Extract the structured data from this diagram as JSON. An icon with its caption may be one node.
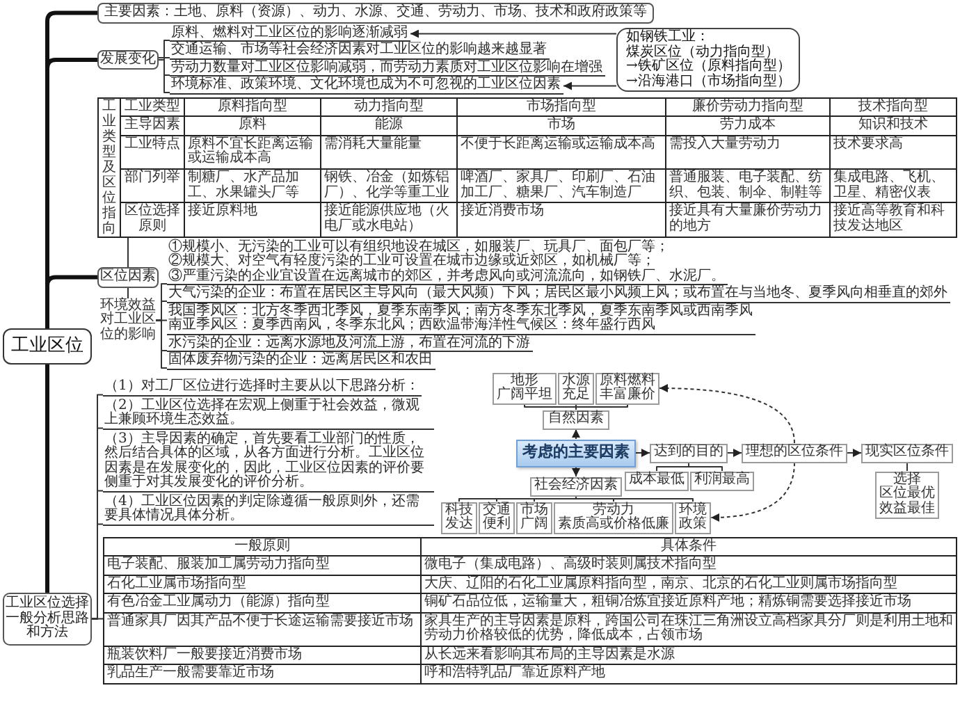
{
  "diagram": {
    "nodes": [
      {
        "text": [
          "工业区位"
        ]
      },
      {
        "text": [
          "主要因素：土地、原料（资源）、动力、水源、交通、劳动力、市场、技术和政府政策等"
        ]
      },
      {
        "text": [
          "发展变化"
        ]
      },
      {
        "text": [
          "原料、燃料对工业区位的影响逐渐减弱"
        ]
      },
      {
        "text": [
          "交通运输、市场等社会经济因素对工业区位的影响越来越显著"
        ]
      },
      {
        "text": [
          "劳动力数量对工业区位影响减弱，而劳动力素质对工业区位影响在增强"
        ]
      },
      {
        "text": [
          "环境标准、政策环境、文化环境也成为不可忽视的工业区位因素"
        ]
      },
      {
        "text": [
          "如钢铁工业：",
          "煤炭区位（动力指向型）",
          "→铁矿区位（原料指向型）",
          "→沿海港口（市场指向型）"
        ]
      },
      {
        "text": [
          "工业类型及区位指向",
          "工业类型",
          "原料指向型",
          "动力指向型",
          "市场指向型",
          "廉价劳动力指向型",
          "技术指向型",
          "主导因素",
          "原料",
          "能源",
          "市场",
          "劳力成本",
          "知识和技术",
          "工业特点",
          "原料不宜长距离运输或运输成本高",
          "需消耗大量能量",
          "不便于长距离运输或运输成本高",
          "需投入大量劳动力",
          "技术要求高",
          "部门列举",
          "制糖厂、水产品加工、水果罐头厂等",
          "钢铁、冶金（如炼铝厂）、化学等重工业",
          "啤酒厂、家具厂、印刷厂、石油加工厂、糖果厂、汽车制造厂",
          "普通服装、电子装配、纺织、包装、制伞、制鞋等",
          "集成电路、飞机、卫星、精密仪表",
          "区位选择原则",
          "接近原料地",
          "接近能源供应地（火电厂或水电站）",
          "接近消费市场",
          "接近具有大量廉价劳动力的地方",
          "接近高等教育和科技发达地区"
        ]
      },
      {
        "text": [
          "区位因素"
        ]
      },
      {
        "text": [
          "环境效益对工业区位的影响"
        ]
      },
      {
        "text": [
          "①规模小、无污染的工业可以有组织地设在城区，如服装厂、玩具厂、面包厂等；",
          "②规模大、对空气有轻度污染的工业可设置在城市边缘或近郊区，如机械厂等；",
          "③严重污染的企业宜设置在远离城市的郊区，并考虑风向或河流流向，如钢铁厂、水泥厂。"
        ]
      },
      {
        "text": [
          "大气污染的企业：布置在居民区主导风向（最大风频）下风；居民区最小风频上风；或布置在与当地冬、夏季风向相垂直的郊外"
        ]
      },
      {
        "text": [
          "我国季风区：北方冬季西北季风，夏季东南季风；南方冬季东北季风，夏季东南季风或西南季风",
          "南亚季风区：夏季西南风，冬季东北风；西欧温带海洋性气候区：终年盛行西风"
        ]
      },
      {
        "text": [
          "水污染的企业：远离水源地及河流上游，布置在河流的下游"
        ]
      },
      {
        "text": [
          "固体废弃物污染的企业：远离居民区和农田"
        ]
      },
      {
        "text": [
          "工业区位选择一般分析思路和方法"
        ]
      },
      {
        "text": [
          "（1）对工厂区位进行选择时主要从以下思路分析："
        ]
      },
      {
        "text": [
          "考虑的主要因素"
        ]
      },
      {
        "text": [
          "自然因素"
        ]
      },
      {
        "text": [
          "地形",
          "广阔平坦"
        ]
      },
      {
        "text": [
          "水源",
          "充足"
        ]
      },
      {
        "text": [
          "原料燃料",
          "丰富廉价"
        ]
      },
      {
        "text": [
          "社会经济因素"
        ]
      },
      {
        "text": [
          "科技",
          "发达"
        ]
      },
      {
        "text": [
          "交通",
          "便利"
        ]
      },
      {
        "text": [
          "市场",
          "广阔"
        ]
      },
      {
        "text": [
          "劳动力",
          "素质高或价格低廉"
        ]
      },
      {
        "text": [
          "环境",
          "政策"
        ]
      },
      {
        "text": [
          "达到的目的"
        ]
      },
      {
        "text": [
          "成本最低"
        ]
      },
      {
        "text": [
          "利润最高"
        ]
      },
      {
        "text": [
          "理想的区位条件"
        ]
      },
      {
        "text": [
          "现实区位条件"
        ]
      },
      {
        "text": [
          "选择",
          "区位最优",
          "效益最佳"
        ]
      },
      {
        "text": [
          "（2）工业区位选择在宏观上侧重于社会效益，微观上兼顾环境生态效益。"
        ]
      },
      {
        "text": [
          "（3）主导因素的确定，首先要看工业部门的性质，然后结合具体的区域，从各方面进行分析。工业区位因素是在发展变化的，因此，工业区位因素的评价要侧重于对其发展变化的评价分析。"
        ]
      },
      {
        "text": [
          "（4）工业区位因素的判定除遵循一般原则外，还需要具体情况具体分析。"
        ]
      },
      {
        "text": [
          "一般原则",
          "具体条件",
          "电子装配、服装加工属劳动力指向型",
          "微电子（集成电路）、高级时装则属技术指向型",
          "石化工业属市场指向型",
          "大庆、辽阳的石化工业属原料指向型，南京、北京的石化工业则属市场指向型",
          "有色冶金工业属动力（能源）指向型",
          "铜矿石品位低，运输量大，粗铜冶炼宜接近原料产地；精炼铜需要选择接近市场",
          "普通家具厂因其产品不便于长途运输需要接近市场",
          "家具生产的主导因素是原料，跨国公司在珠江三角洲设立高档家具分厂则是利用土地和劳动力价格较低的优势，降低成本，占领市场",
          "瓶装饮料厂一般要接近消费市场",
          "从长远来看影响其布局的主导因素是水源",
          "乳品生产一般需要靠近市场",
          "呼和浩特乳品厂靠近原料产地"
        ]
      }
    ],
    "edges": [
      {
        "from": 0,
        "to": 1,
        "arrow": "none",
        "style": "thick"
      },
      {
        "from": 0,
        "to": 2,
        "arrow": "none",
        "style": "thick"
      },
      {
        "from": 0,
        "to": 9,
        "arrow": "none",
        "style": "thick"
      },
      {
        "from": 0,
        "to": 16,
        "arrow": "none",
        "style": "thick"
      },
      {
        "from": 2,
        "to": 3,
        "arrow": "none"
      },
      {
        "from": 2,
        "to": 4,
        "arrow": "none"
      },
      {
        "from": 2,
        "to": 5,
        "arrow": "none"
      },
      {
        "from": 2,
        "to": 6,
        "arrow": "none"
      },
      {
        "from": 7,
        "to": 3,
        "arrow": "to"
      },
      {
        "from": 7,
        "to": 6,
        "arrow": "to"
      },
      {
        "from": 9,
        "to": 8,
        "arrow": "none"
      },
      {
        "from": 9,
        "to": 10,
        "arrow": "none"
      },
      {
        "from": 10,
        "to": 11,
        "arrow": "none"
      },
      {
        "from": 10,
        "to": 12,
        "arrow": "none"
      },
      {
        "from": 10,
        "to": 13,
        "arrow": "none"
      },
      {
        "from": 10,
        "to": 14,
        "arrow": "none"
      },
      {
        "from": 10,
        "to": 15,
        "arrow": "none"
      },
      {
        "from": 16,
        "to": 17,
        "arrow": "none"
      },
      {
        "from": 16,
        "to": 35,
        "arrow": "none"
      },
      {
        "from": 16,
        "to": 36,
        "arrow": "none"
      },
      {
        "from": 16,
        "to": 37,
        "arrow": "none"
      },
      {
        "from": 16,
        "to": 38,
        "arrow": "none"
      },
      {
        "from": 18,
        "to": 19,
        "arrow": "to"
      },
      {
        "from": 18,
        "to": 23,
        "arrow": "to"
      },
      {
        "from": 18,
        "to": 29,
        "arrow": "to"
      },
      {
        "from": 29,
        "to": 32,
        "arrow": "to"
      },
      {
        "from": 32,
        "to": 33,
        "arrow": "to"
      },
      {
        "from": 19,
        "to": 20,
        "arrow": "none"
      },
      {
        "from": 19,
        "to": 21,
        "arrow": "none"
      },
      {
        "from": 19,
        "to": 22,
        "arrow": "none"
      },
      {
        "from": 23,
        "to": 24,
        "arrow": "none"
      },
      {
        "from": 23,
        "to": 25,
        "arrow": "none"
      },
      {
        "from": 23,
        "to": 26,
        "arrow": "none"
      },
      {
        "from": 23,
        "to": 27,
        "arrow": "none"
      },
      {
        "from": 23,
        "to": 28,
        "arrow": "none"
      },
      {
        "from": 29,
        "to": 30,
        "arrow": "none"
      },
      {
        "from": 29,
        "to": 31,
        "arrow": "none"
      },
      {
        "from": 33,
        "to": 34,
        "arrow": "none"
      },
      {
        "from": 32,
        "to": 22,
        "arrow": "to",
        "style": "dashed"
      },
      {
        "from": 32,
        "to": 28,
        "arrow": "to",
        "style": "dashed"
      }
    ]
  }
}
